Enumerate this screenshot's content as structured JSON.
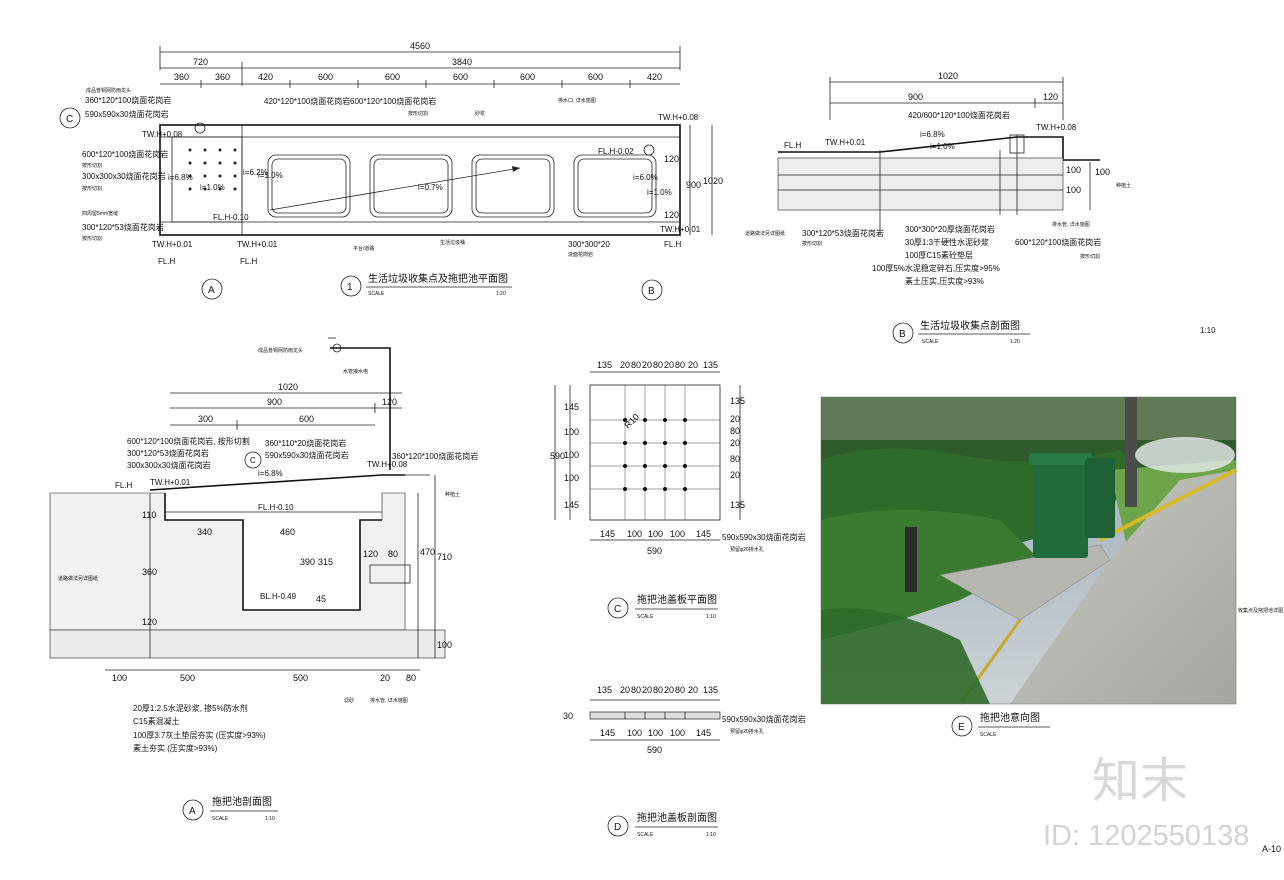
{
  "plan": {
    "title": "生活垃圾收集点及拖把池平面图",
    "num": "1",
    "scale_label": "SCALE",
    "scale": "1:20",
    "dims_top": [
      "4560"
    ],
    "dims_row2": [
      "720",
      "3840"
    ],
    "dims_row3": [
      "360",
      "360",
      "420",
      "600",
      "600",
      "600",
      "600",
      "600",
      "420"
    ],
    "dims_right": [
      "120",
      "900",
      "1020",
      "120"
    ],
    "labels": [
      "成品普铜网防雨龙头",
      "360*120*100烧面花岗岩",
      "590x590x30烧面花岗岩",
      "TW.H+0.08",
      "600*120*100烧面花岗岩",
      "按形切割",
      "300x300x30烧面花岗岩",
      "按形切割",
      "四周留5mm宽缝",
      "300*120*53烧面花岗岩",
      "按形切割",
      "TW.H+0.01",
      "FL.H",
      "TW.H+0.01",
      "FL.H",
      "FL.H-0.10",
      "i=6.8%",
      "i=1.0%",
      "i=6.2%",
      "i=1.0%",
      "420*120*100烧面花岗岩",
      "600*120*100烧面花岗岩",
      "按形切割",
      "砂浆",
      "i=0.7%",
      "排水口, 详水施图",
      "TW.H+0.08",
      "FL.H-0.02",
      "i=6.0%",
      "i=1.0%",
      "TW.H+0.01",
      "FL.H",
      "平台/道路",
      "生活垃圾桶",
      "300*300*20",
      "烧面花岗岩"
    ],
    "section_marks": [
      "A",
      "B",
      "C"
    ]
  },
  "sectionB": {
    "title": "生活垃圾收集点剖面图",
    "mark": "B",
    "scale_label": "SCALE",
    "scale": "1:20",
    "dims": [
      "1020",
      "900",
      "120",
      "100",
      "100",
      "100"
    ],
    "labels": [
      "420/600*120*100烧面花岗岩",
      "TW.H+0.08",
      "i=6.8%",
      "TW.H+0.01",
      "i=1.0%",
      "FL.H",
      "种植土",
      "道路做法另详图纸",
      "300*120*53烧面花岗岩",
      "按形切割",
      "300*300*20厚烧面花岗岩",
      "30厚1:3干硬性水泥砂浆",
      "100厚C15素砼垫层",
      "100厚5%水泥稳定碎石,压实度>95%",
      "素土压实,压实度>93%",
      "排水管, 详水施图",
      "600*120*100烧面花岗岩",
      "按形切割"
    ],
    "extra_scale": "1:10"
  },
  "sectionA": {
    "title": "拖把池剖面图",
    "mark": "A",
    "scale_label": "SCALE",
    "scale": "1:10",
    "dims_top": [
      "1020",
      "900",
      "120",
      "300",
      "600"
    ],
    "dims_inner": [
      "340",
      "460",
      "120",
      "80"
    ],
    "dims_bottom": [
      "100",
      "500",
      "500",
      "20",
      "80"
    ],
    "dims_v": [
      "110",
      "360",
      "120",
      "390",
      "315",
      "45",
      "470",
      "710",
      "100"
    ],
    "labels": [
      "成品普铜网防雨龙头",
      "水管接水电",
      "600*120*100烧面花岗岩, 按形切割",
      "300*120*53烧面花岗岩",
      "300x300x30烧面花岗岩",
      "360*110*20烧面花岗岩",
      "590x590x30烧面花岗岩",
      "i=6.8%",
      "360*120*100烧面花岗岩",
      "TW.H+0.08",
      "TW.H+0.01",
      "FL.H",
      "FL.H-0.10",
      "种植土",
      "道路做法另详图纸",
      "BL.H-0.49",
      "滤砂",
      "排水管, 详水施图",
      "20厚1:2.5水泥砂浆, 掺5%防水剂",
      "C15素混凝土",
      "100厚3:7灰土垫层夯实 (压实度>93%)",
      "素土夯实 (压实度>93%)",
      "C"
    ]
  },
  "coverPlan": {
    "title": "拖把池盖板平面图",
    "mark": "C",
    "scale_label": "SCALE",
    "scale": "1:10",
    "dims_top": [
      "135",
      "20",
      "80",
      "20",
      "80",
      "20",
      "80",
      "20",
      "135"
    ],
    "dims_left": [
      "145",
      "100",
      "100",
      "100",
      "145"
    ],
    "total_left": "590",
    "dims_right": [
      "135",
      "20",
      "80",
      "20",
      "80",
      "20",
      "135"
    ],
    "dims_bottom": [
      "145",
      "100",
      "100",
      "100",
      "145"
    ],
    "total_bottom": "590",
    "radius": "R10",
    "labels": [
      "590x590x30烧面花岗岩",
      "预留φ20排水孔"
    ]
  },
  "coverSection": {
    "title": "拖把池盖板剖面图",
    "mark": "D",
    "scale_label": "SCALE",
    "scale": "1:10",
    "dims_top": [
      "135",
      "20",
      "80",
      "20",
      "80",
      "20",
      "80",
      "20",
      "135"
    ],
    "dims_bottom": [
      "145",
      "100",
      "100",
      "100",
      "145"
    ],
    "total": "590",
    "thickness": "30",
    "labels": [
      "590x590x30烧面花岗岩",
      "预留φ20排水孔"
    ]
  },
  "photo": {
    "title": "拖把池意向图",
    "mark": "E",
    "scale_label": "SCALE",
    "side_label": "收集点及拖把池详图"
  },
  "watermark": {
    "brand": "知末",
    "id": "ID: 1202550138",
    "sheet": "A-10"
  }
}
